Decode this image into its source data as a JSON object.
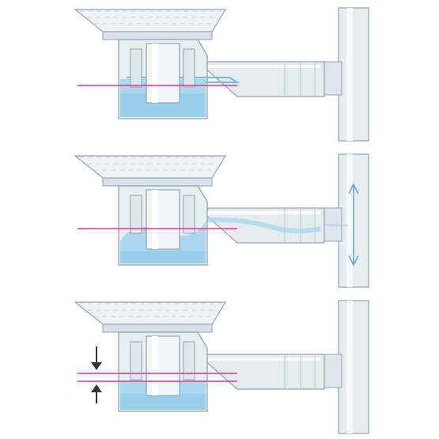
{
  "diagram": {
    "panels": [
      {
        "state": "water-seal-normal",
        "water_level": "high",
        "flow_arrows": false,
        "level_arrows": false
      },
      {
        "state": "pressure-surge",
        "water_level": "low",
        "flow_arrows": true,
        "level_arrows": false
      },
      {
        "state": "seal-drop",
        "water_level": "mid",
        "flow_arrows": false,
        "level_arrows": true
      }
    ]
  },
  "colors": {
    "water": "#a9d8ef",
    "water_dark": "#6fbde0",
    "plastic": "#e8eff3",
    "plastic_shade": "#c5d3db",
    "outline": "#8fa3ae",
    "pipe": "#e4ecf0",
    "line_magenta": "#d9388f",
    "arrow": "#333333"
  }
}
